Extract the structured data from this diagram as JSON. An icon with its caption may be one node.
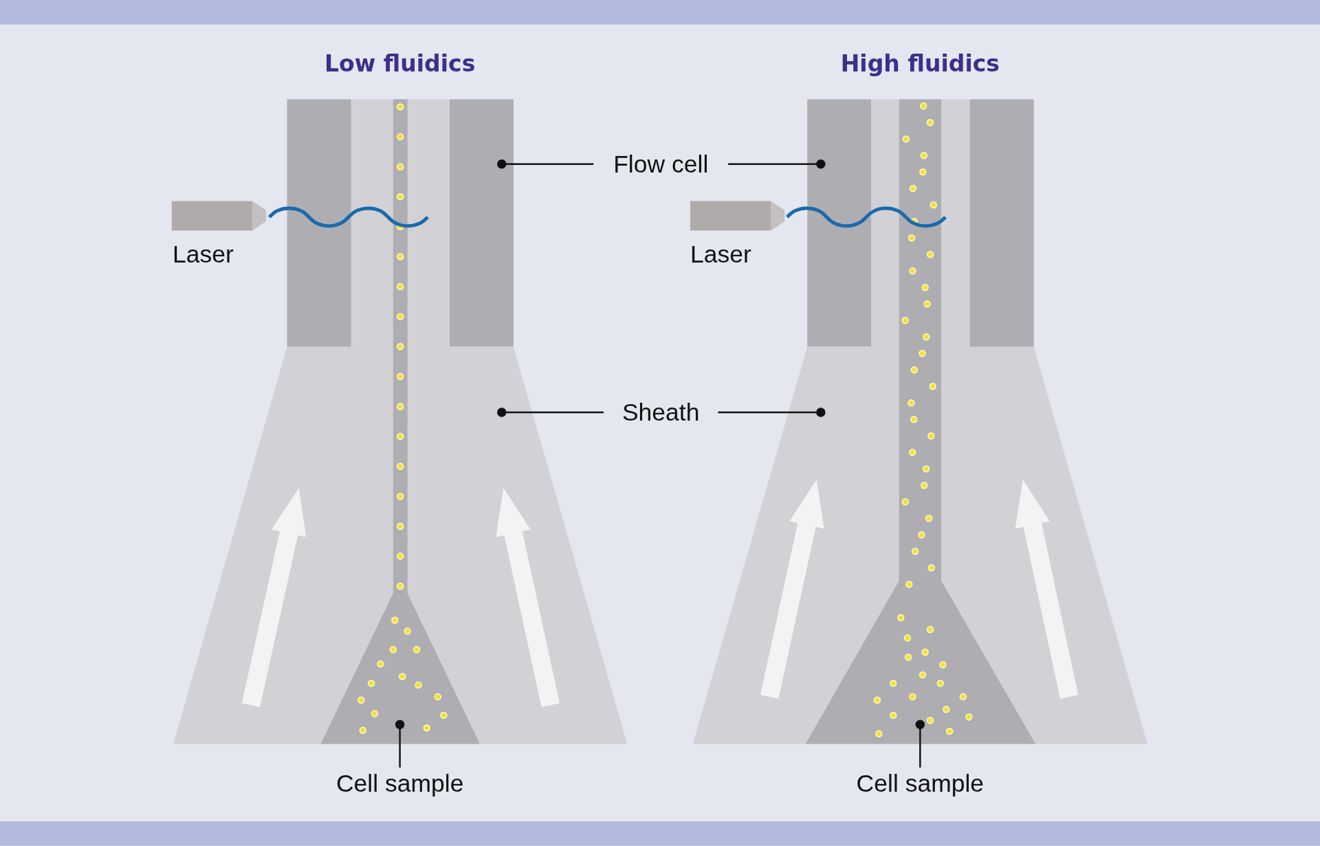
{
  "diagram": {
    "nodes": [
      {
        "text": [
          "Flow cell"
        ]
      },
      {
        "text": [],
        "shape": "box"
      },
      {
        "text": [],
        "shape": "box"
      },
      {
        "text": [
          "Sheath"
        ]
      },
      {
        "text": [],
        "shape": "box"
      },
      {
        "text": [],
        "shape": "box"
      },
      {
        "text": [
          "Cell sample"
        ]
      },
      {
        "text": [],
        "shape": "box",
        "in": 4
      },
      {
        "text": [
          "Cell sample"
        ]
      },
      {
        "text": [],
        "shape": "box",
        "in": 5
      },
      {
        "text": [],
        "shape": "box",
        "beside": [
          "Laser"
        ]
      },
      {
        "text": [],
        "shape": "box",
        "beside": [
          "Laser"
        ]
      }
    ],
    "edges": [
      {
        "from": 0,
        "to": 1,
        "arrow": "other"
      },
      {
        "from": 0,
        "to": 2,
        "arrow": "other"
      },
      {
        "from": 3,
        "to": 4,
        "arrow": "other"
      },
      {
        "from": 3,
        "to": 5,
        "arrow": "other"
      },
      {
        "from": 6,
        "to": 7,
        "arrow": "other"
      },
      {
        "from": 8,
        "to": 9,
        "arrow": "other"
      }
    ],
    "labels": [
      "Low fluidics",
      "High fluidics"
    ]
  }
}
